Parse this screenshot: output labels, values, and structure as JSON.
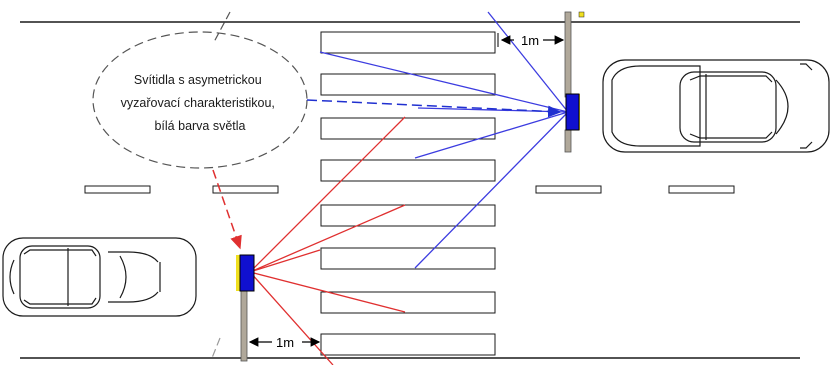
{
  "callout": {
    "lines": [
      "Svítidla s asymetrickou",
      "vyzařovací charakteristikou,",
      "bílá barva světla"
    ]
  },
  "distance_top": "1m",
  "distance_bottom": "1m",
  "colors": {
    "road_edge": "#1a1a1a",
    "lamp_body": "#1010d0",
    "lamp_accent": "#f0e020",
    "pole": "#8a8a8a",
    "light_beam_upper": "#3c3ce0",
    "light_beam_lower": "#e03030",
    "callout_pointer": "#2030d0",
    "lower_callout_pointer": "#e03030"
  },
  "icons": [
    "car-right-icon",
    "car-left-icon",
    "street-lamp-icon"
  ]
}
